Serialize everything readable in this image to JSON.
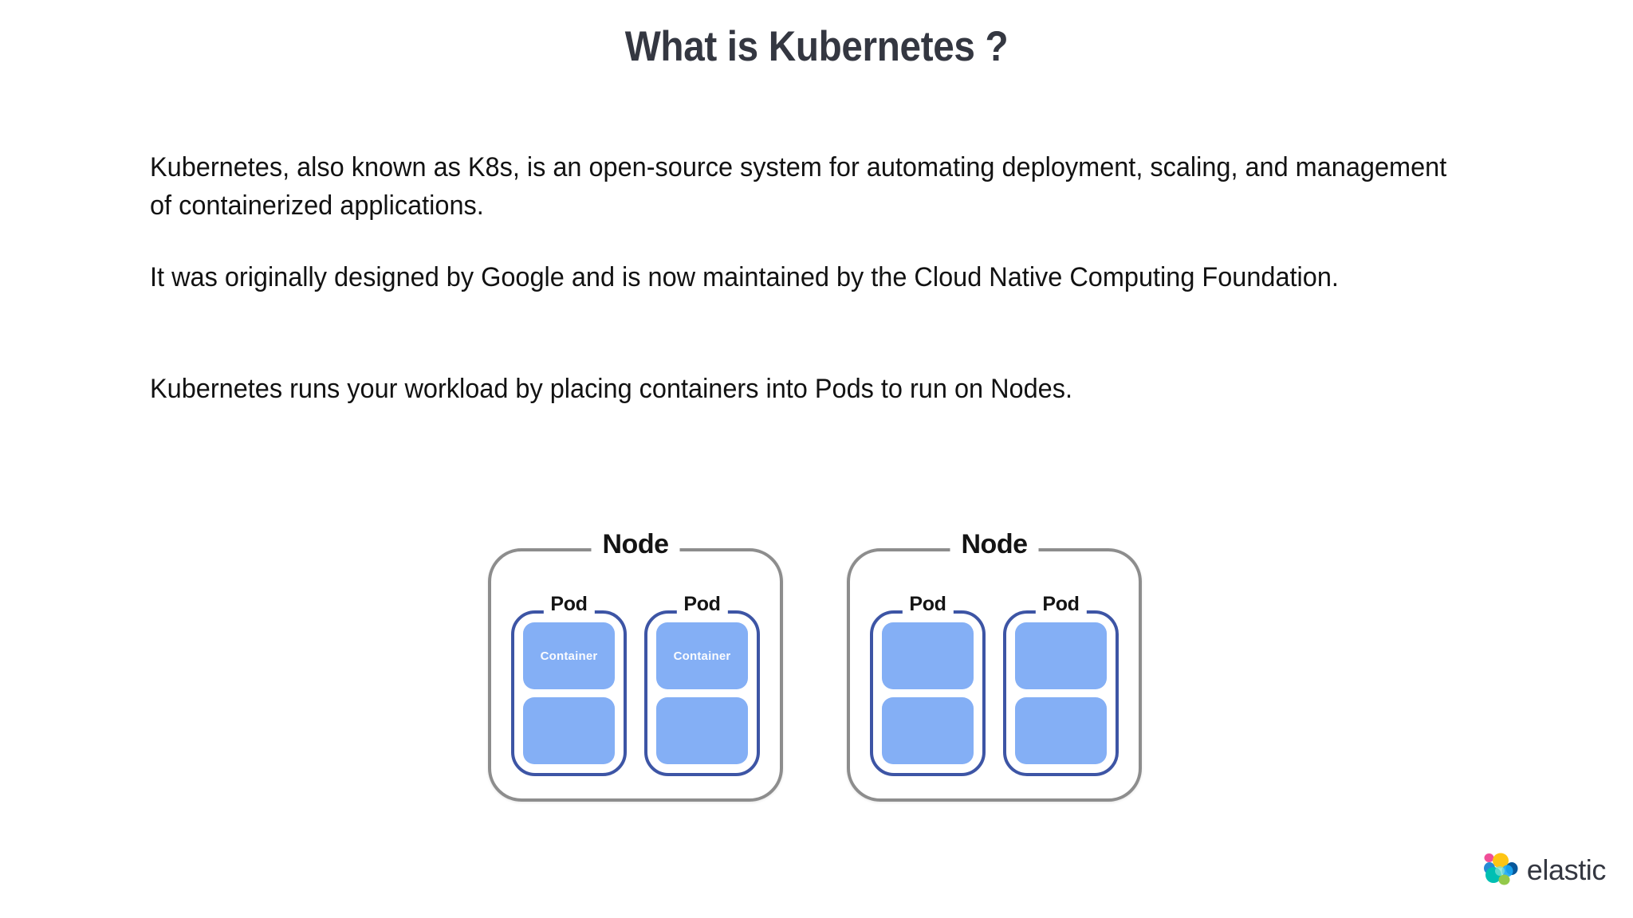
{
  "slide": {
    "title": "What is Kubernetes ?",
    "background_color": "#ffffff",
    "title_color": "#343741",
    "body_text_color": "#121212"
  },
  "body": {
    "paragraphs": [
      "Kubernetes, also known as K8s, is an open-source system for automating deployment, scaling, and management of containerized applications.",
      "It was originally designed by Google and is now maintained by the Cloud Native Computing Foundation.",
      "Kubernetes runs your workload by placing containers into Pods to run on Nodes."
    ]
  },
  "diagram": {
    "node_border_color": "#8d8d8d",
    "pod_border_color": "#3d55a5",
    "container_fill_color": "#84aff5",
    "container_label_color": "#ffffff",
    "nodes": [
      {
        "label": "Node",
        "pods": [
          {
            "label": "Pod",
            "containers": [
              {
                "label": "Container"
              },
              {
                "label": ""
              }
            ]
          },
          {
            "label": "Pod",
            "containers": [
              {
                "label": "Container"
              },
              {
                "label": ""
              }
            ]
          }
        ]
      },
      {
        "label": "Node",
        "pods": [
          {
            "label": "Pod",
            "containers": [
              {
                "label": ""
              },
              {
                "label": ""
              }
            ]
          },
          {
            "label": "Pod",
            "containers": [
              {
                "label": ""
              },
              {
                "label": ""
              }
            ]
          }
        ]
      }
    ]
  },
  "logo": {
    "wordmark": "elastic",
    "wordmark_color": "#343741",
    "mark_colors": {
      "pink": "#f04e98",
      "yellow": "#fec514",
      "teal": "#00bfb3",
      "blue": "#1ba9f5",
      "dark_blue": "#0077cc",
      "navy": "#07589b",
      "green": "#7de2d1",
      "light_green": "#93c94a"
    }
  }
}
